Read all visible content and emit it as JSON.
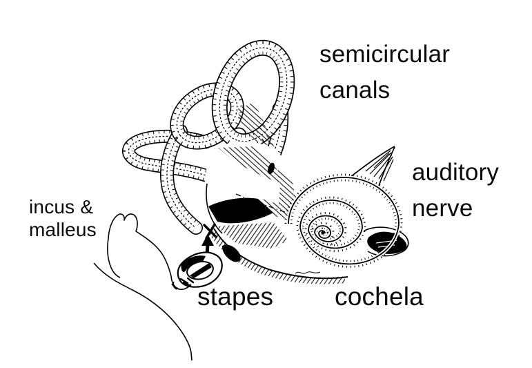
{
  "figure": {
    "background_color": "#ffffff",
    "ink_color": "#000000",
    "description": "hand-drawn line illustration of the inner ear"
  },
  "labels": {
    "semicircular_canals": [
      "semicircular",
      "canals"
    ],
    "auditory_nerve": [
      "auditory",
      "nerve"
    ],
    "incus_malleus": [
      "incus &",
      "malleus"
    ],
    "stapes": "stapes",
    "cochlea": "cochela"
  },
  "icons": {
    "arrow": "up-arrow-from-stapes-to-oval-window"
  }
}
